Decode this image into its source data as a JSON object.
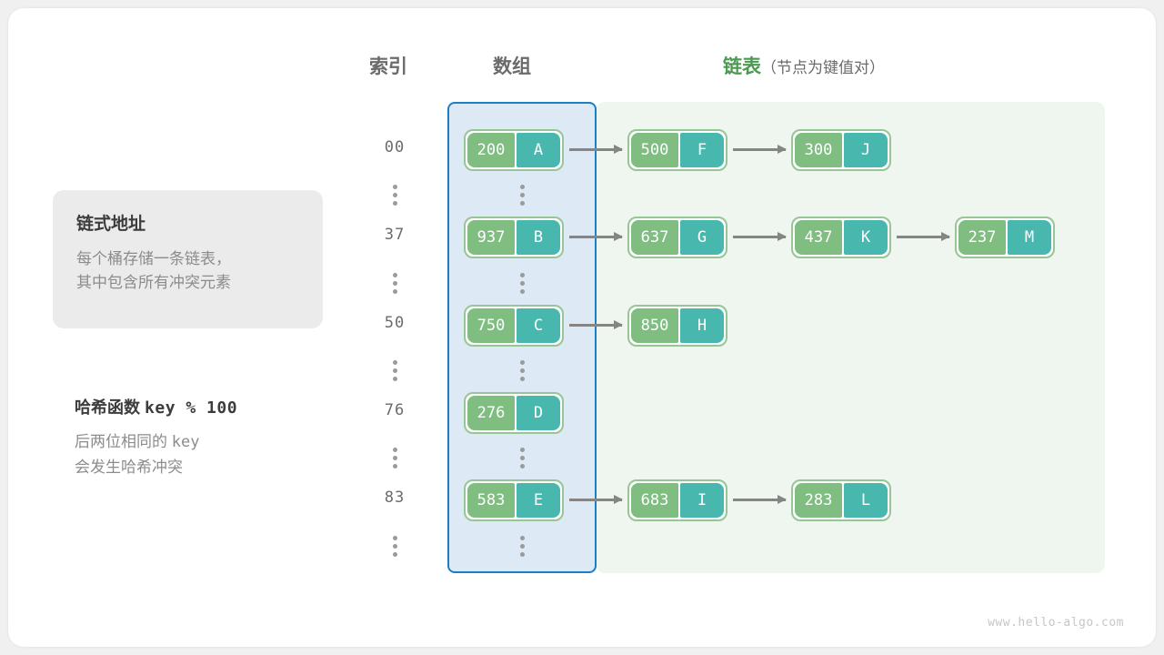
{
  "headers": {
    "index": "索引",
    "array": "数组",
    "list": "链表",
    "list_sub": "（节点为键值对）"
  },
  "info_card": {
    "title": "链式地址",
    "line1": "每个桶存储一条链表，",
    "line2": "其中包含所有冲突元素"
  },
  "hash_function": {
    "label": "哈希函数",
    "expr": "key % 100",
    "line1_prefix": "后两位相同的 ",
    "line1_mono": "key",
    "line2": "会发生哈希冲突"
  },
  "colors": {
    "key_box": "#7fbd81",
    "value_box": "#48b8af",
    "node_border": "#96c696",
    "array_panel_fill": "#ddeaf6",
    "array_panel_border": "#1b7fc4",
    "list_panel_fill": "#eff6ef",
    "arrow": "#858585",
    "header_text": "#6b6b6b",
    "list_header_text": "#4a9a4f",
    "info_card_bg": "#ebebeb"
  },
  "ellipsis_glyph": "⋮",
  "buckets": [
    {
      "index": "00",
      "bucket_node": {
        "key": "200",
        "value": "A"
      },
      "chain": [
        {
          "key": "500",
          "value": "F"
        },
        {
          "key": "300",
          "value": "J"
        }
      ]
    },
    {
      "index": "37",
      "bucket_node": {
        "key": "937",
        "value": "B"
      },
      "chain": [
        {
          "key": "637",
          "value": "G"
        },
        {
          "key": "437",
          "value": "K"
        },
        {
          "key": "237",
          "value": "M"
        }
      ]
    },
    {
      "index": "50",
      "bucket_node": {
        "key": "750",
        "value": "C"
      },
      "chain": [
        {
          "key": "850",
          "value": "H"
        }
      ]
    },
    {
      "index": "76",
      "bucket_node": {
        "key": "276",
        "value": "D"
      },
      "chain": []
    },
    {
      "index": "83",
      "bucket_node": {
        "key": "583",
        "value": "E"
      },
      "chain": [
        {
          "key": "683",
          "value": "I"
        },
        {
          "key": "283",
          "value": "L"
        }
      ]
    }
  ],
  "watermark": "www.hello-algo.com"
}
